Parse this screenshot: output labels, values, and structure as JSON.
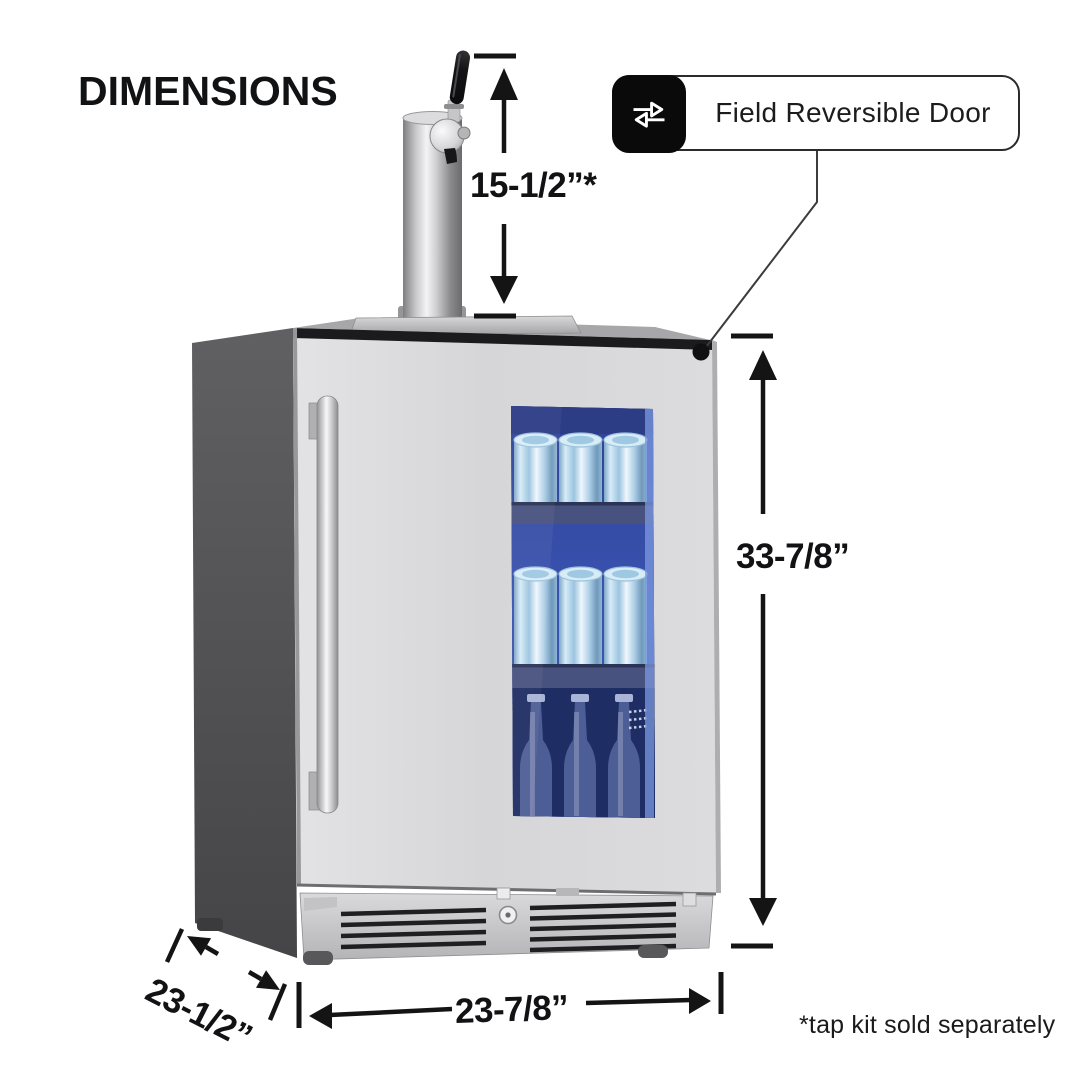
{
  "page": {
    "title": "DIMENSIONS",
    "footnote": "*tap kit sold separately",
    "background": "#ffffff"
  },
  "callout": {
    "label": "Field Reversible Door",
    "icon": "swap-arrows-icon",
    "icon_bg": "#0a0a0a",
    "points_to": "top-right corner of door"
  },
  "dimensions": {
    "tap_height": "15-1/2”*",
    "height": "33-7/8”",
    "width": "23-7/8”",
    "depth": "23-1/2”"
  },
  "illustration": {
    "subject": "undercounter beverage cooler with single-tap kegerator tower",
    "interior": "two shelves of cans and one row of bottles behind glass door",
    "colors": {
      "dimension_ink": "#141414",
      "door_gray": "#d9d9db",
      "side_panel_gray": "#4f4f51",
      "interior_blue": "#3a54b2",
      "shelf_blue_gray": "#48527e",
      "can_highlight": "#d8ecf8",
      "kick_plate_gray": "#c6c6c8"
    }
  }
}
